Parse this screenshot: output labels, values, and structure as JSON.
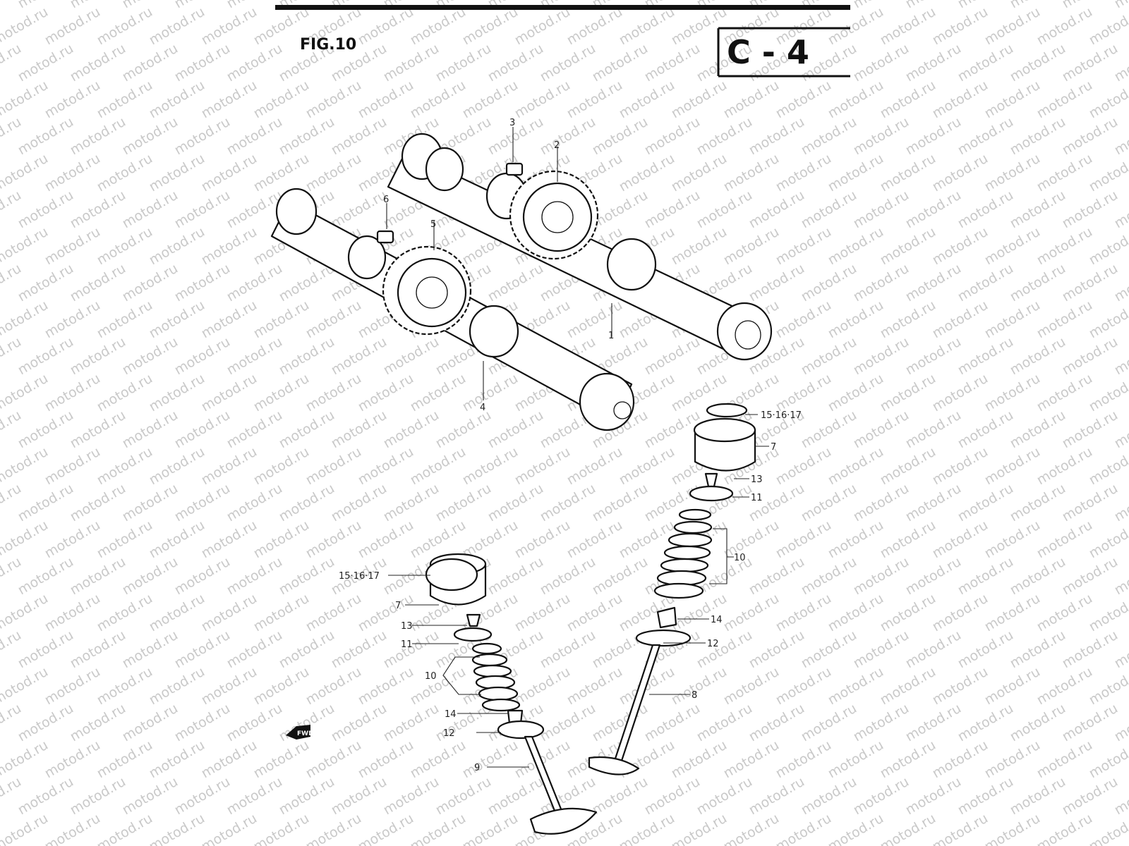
{
  "figure": {
    "title": "FIG.10",
    "section_code": "C - 4"
  },
  "watermark": {
    "text": "motod.ru"
  },
  "fwd_marker": {
    "text": "FWD"
  },
  "callouts": [
    {
      "id": "c1",
      "text": "1"
    },
    {
      "id": "c2",
      "text": "2"
    },
    {
      "id": "c3",
      "text": "3"
    },
    {
      "id": "c4",
      "text": "4"
    },
    {
      "id": "c5",
      "text": "5"
    },
    {
      "id": "c6",
      "text": "6"
    },
    {
      "id": "c7a",
      "text": "7"
    },
    {
      "id": "c7b",
      "text": "7"
    },
    {
      "id": "c8",
      "text": "8"
    },
    {
      "id": "c9",
      "text": "9"
    },
    {
      "id": "c10a",
      "text": "10"
    },
    {
      "id": "c10b",
      "text": "10"
    },
    {
      "id": "c11a",
      "text": "11"
    },
    {
      "id": "c11b",
      "text": "11"
    },
    {
      "id": "c12a",
      "text": "12"
    },
    {
      "id": "c12b",
      "text": "12"
    },
    {
      "id": "c13a",
      "text": "13"
    },
    {
      "id": "c13b",
      "text": "13"
    },
    {
      "id": "c14a",
      "text": "14"
    },
    {
      "id": "c14b",
      "text": "14"
    },
    {
      "id": "c15a",
      "text": "15·16·17"
    },
    {
      "id": "c15b",
      "text": "15·16·17"
    }
  ]
}
